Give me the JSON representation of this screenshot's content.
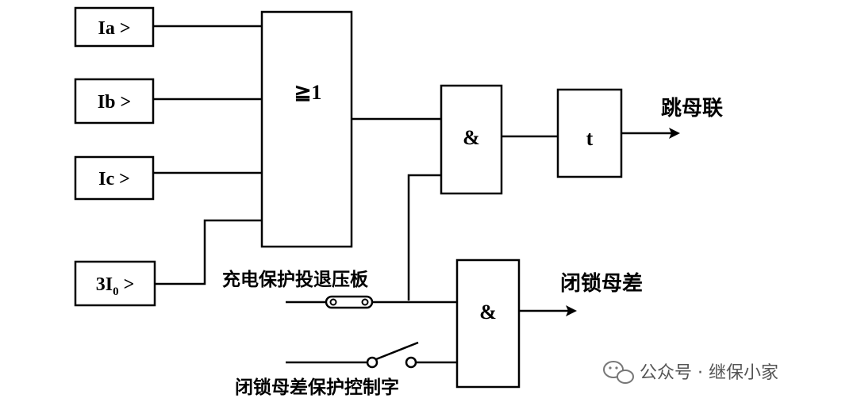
{
  "inputs": {
    "ia": "Ia >",
    "ib": "Ib >",
    "ic": "Ic >",
    "i0_main": "3I",
    "i0_sub": "0",
    "i0_suffix": " >"
  },
  "gates": {
    "or_label": "≧1",
    "and_top_label": "&",
    "timer_label": "t",
    "and_bottom_label": "&"
  },
  "outputs": {
    "trip_bus_coupler": "跳母联",
    "block_bus_diff": "闭锁母差"
  },
  "switches": {
    "charge_protection_plate": "充电保护投退压板",
    "block_bus_diff_control_word": "闭锁母差保护控制字"
  },
  "watermark": {
    "text": "公众号 · 继保小家",
    "icon": "wechat-icon"
  }
}
